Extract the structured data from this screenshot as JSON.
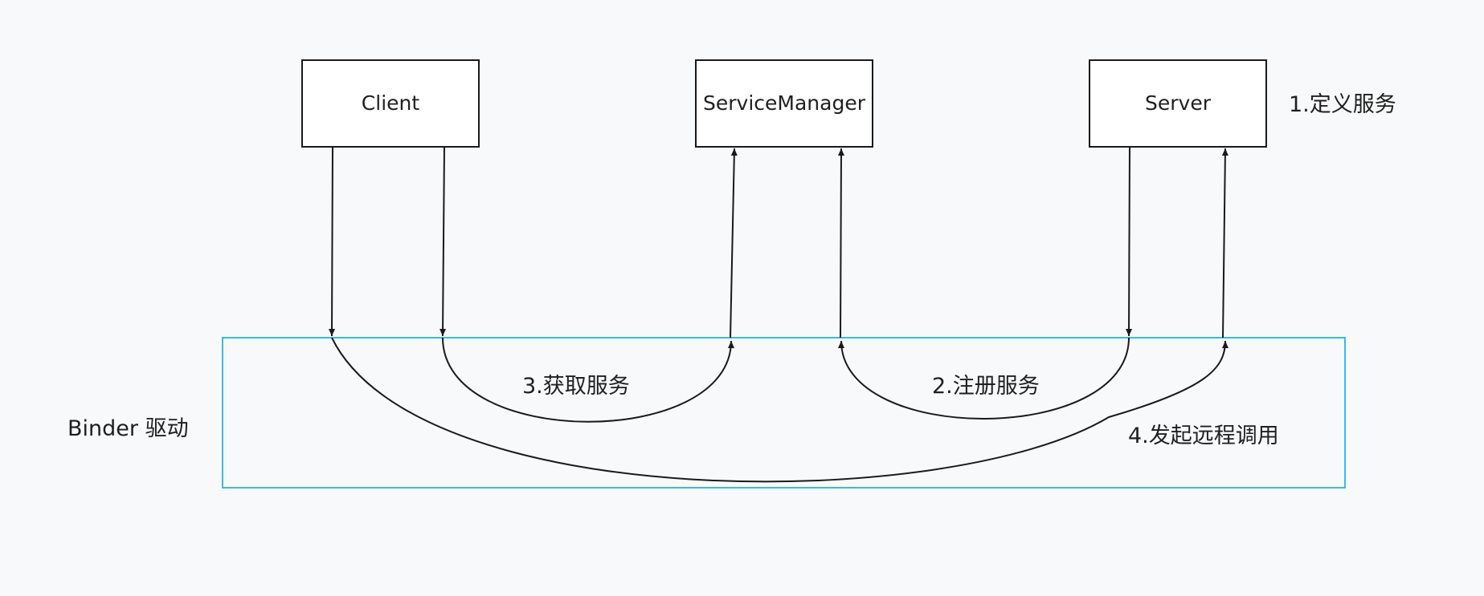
{
  "nodes": {
    "client": "Client",
    "service_manager": "ServiceManager",
    "server": "Server"
  },
  "driver": {
    "label": "Binder 驱动"
  },
  "steps": {
    "define": "1.定义服务",
    "register": "2.注册服务",
    "get": "3.获取服务",
    "invoke": "4.发起远程调用"
  },
  "colors": {
    "driver_border": "#3db8e8",
    "line": "#1a1a1a",
    "background": "#f8f9fb"
  }
}
